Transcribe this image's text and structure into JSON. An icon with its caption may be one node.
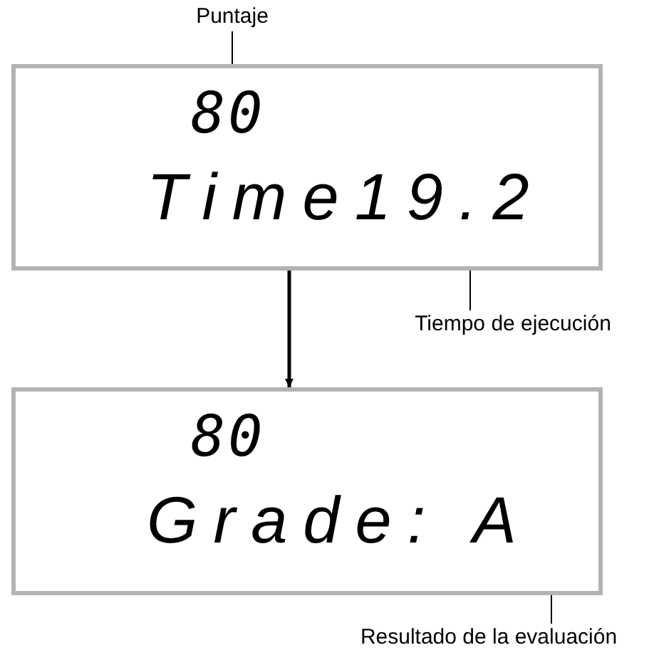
{
  "diagram": {
    "nodes": [
      {
        "text": [
          "Puntaje"
        ]
      },
      {
        "text": [
          "80",
          "Time19.2"
        ]
      },
      {
        "text": [
          "Tiempo de ejecución"
        ]
      },
      {
        "text": [
          "80",
          "Grade: A"
        ]
      },
      {
        "text": [
          "Resultado de la evaluación"
        ]
      }
    ],
    "edges": [
      {
        "from": 0,
        "to": 1,
        "arrow": "none"
      },
      {
        "from": 2,
        "to": 1,
        "arrow": "none"
      },
      {
        "from": 1,
        "to": 3,
        "arrow": "to",
        "style": "thick"
      },
      {
        "from": 4,
        "to": 3,
        "arrow": "none"
      }
    ]
  }
}
